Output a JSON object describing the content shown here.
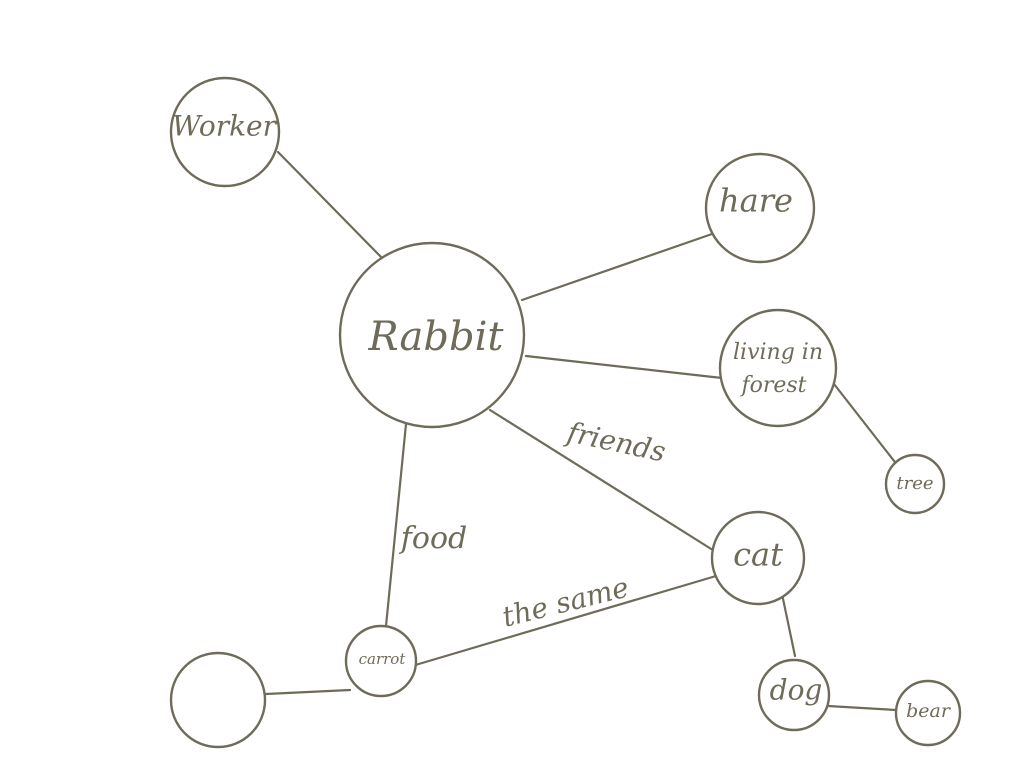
{
  "diagram": {
    "nodes": {
      "worker": "Worker",
      "rabbit": "Rabbit",
      "hare": "hare",
      "living_line1": "living in",
      "living_line2": "forest",
      "tree": "tree",
      "cat": "cat",
      "carrot": "carrot",
      "dog": "dog",
      "bear": "bear",
      "empty": ""
    },
    "edges": {
      "rabbit_cat": "friends",
      "rabbit_carrot": "food",
      "carrot_cat": "the same"
    }
  }
}
